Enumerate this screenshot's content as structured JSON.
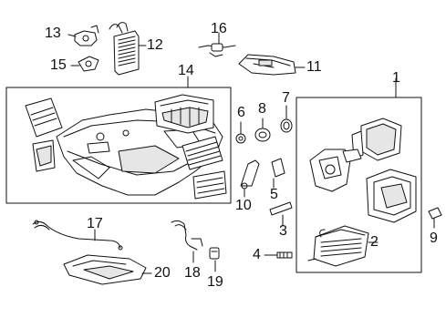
{
  "diagram": {
    "callouts": {
      "c1": "1",
      "c2": "2",
      "c3": "3",
      "c4": "4",
      "c5": "5",
      "c6": "6",
      "c7": "7",
      "c8": "8",
      "c9": "9",
      "c10": "10",
      "c11": "11",
      "c12": "12",
      "c13": "13",
      "c14": "14",
      "c15": "15",
      "c16": "16",
      "c17": "17",
      "c18": "18",
      "c19": "19",
      "c20": "20"
    },
    "colors": {
      "ink": "#111111",
      "fill": "#ffffff",
      "shade": "#e6e6e6"
    }
  }
}
